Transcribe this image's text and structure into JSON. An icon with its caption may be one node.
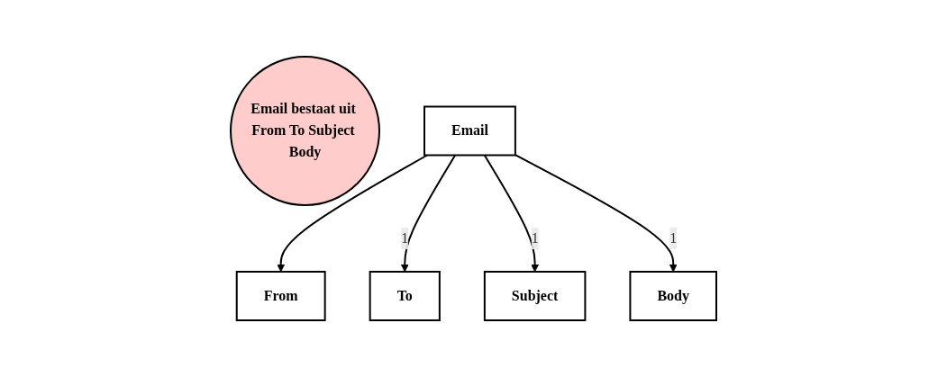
{
  "diagram": {
    "nodes": [
      {
        "text": [
          "Email bestaat uit From To Subject Body"
        ]
      },
      {
        "text": [
          "Email"
        ]
      },
      {
        "text": [
          "From"
        ]
      },
      {
        "text": [
          "To"
        ]
      },
      {
        "text": [
          "Subject"
        ]
      },
      {
        "text": [
          "Body"
        ]
      }
    ],
    "edges": [
      {
        "from": 1,
        "to": 2,
        "arrow": "to"
      },
      {
        "from": 1,
        "to": 3,
        "arrow": "to",
        "label": "1"
      },
      {
        "from": 1,
        "to": 4,
        "arrow": "to",
        "label": "1"
      },
      {
        "from": 1,
        "to": 5,
        "arrow": "to",
        "label": "1"
      }
    ]
  }
}
